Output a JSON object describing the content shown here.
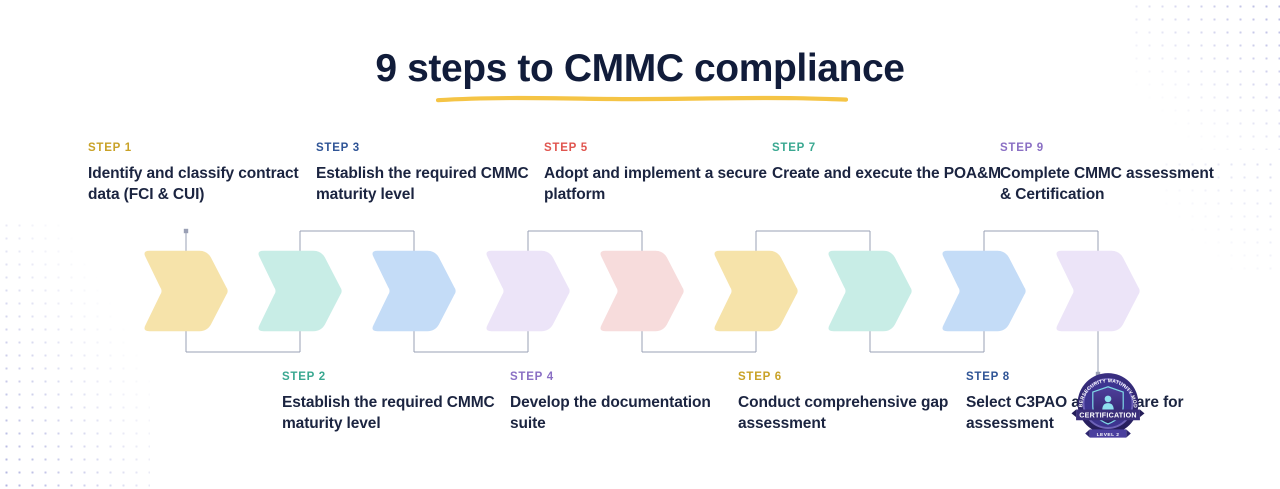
{
  "header": {
    "title": "9 steps to CMMC compliance",
    "underline_color": "#f5c445"
  },
  "palette": {
    "yellow": "#f6e3aa",
    "teal": "#c8ede6",
    "blue": "#c4dcf7",
    "lavender": "#ece4f8",
    "pink": "#f7dcdc",
    "connector": "#9aa0b5",
    "heading_navy": "#111c3a",
    "body_navy": "#1b2440"
  },
  "steps": [
    {
      "kicker": "STEP 1",
      "title": "Identify and classify contract data (FCI & CUI)",
      "kicker_color": "#c9a227",
      "chevron_color": "#f6e3aa",
      "position": "top"
    },
    {
      "kicker": "STEP 2",
      "title": "Establish the required CMMC maturity level",
      "kicker_color": "#3aa891",
      "chevron_color": "#c8ede6",
      "position": "bottom"
    },
    {
      "kicker": "STEP 3",
      "title": "Establish the required CMMC maturity level",
      "kicker_color": "#2f5496",
      "chevron_color": "#c4dcf7",
      "position": "top"
    },
    {
      "kicker": "STEP 4",
      "title": "Develop the documentation suite",
      "kicker_color": "#8a6fc4",
      "chevron_color": "#ece4f8",
      "position": "bottom"
    },
    {
      "kicker": "STEP 5",
      "title": "Adopt and implement a secure platform",
      "kicker_color": "#e0554f",
      "chevron_color": "#f7dcdc",
      "position": "top"
    },
    {
      "kicker": "STEP 6",
      "title": "Conduct comprehensive gap assessment",
      "kicker_color": "#c9a227",
      "chevron_color": "#f6e3aa",
      "position": "bottom"
    },
    {
      "kicker": "STEP 7",
      "title": "Create and execute the POA&M",
      "kicker_color": "#3aa891",
      "chevron_color": "#c8ede6",
      "position": "top"
    },
    {
      "kicker": "STEP 8",
      "title": "Select C3PAO and prepare for assessment",
      "kicker_color": "#2f5496",
      "chevron_color": "#c4dcf7",
      "position": "bottom"
    },
    {
      "kicker": "STEP 9",
      "title": "Complete CMMC assessment & Certification",
      "kicker_color": "#8a6fc4",
      "chevron_color": "#ece4f8",
      "position": "top"
    }
  ],
  "badge": {
    "arc_text": "CYBERSECURITY MATURITY MODEL",
    "banner_text": "CERTIFICATION",
    "ribbon_text": "LEVEL 2",
    "ring_color": "#2a2a6e",
    "banner_color": "#3b2f7a",
    "accent_color": "#5bc8d6"
  }
}
